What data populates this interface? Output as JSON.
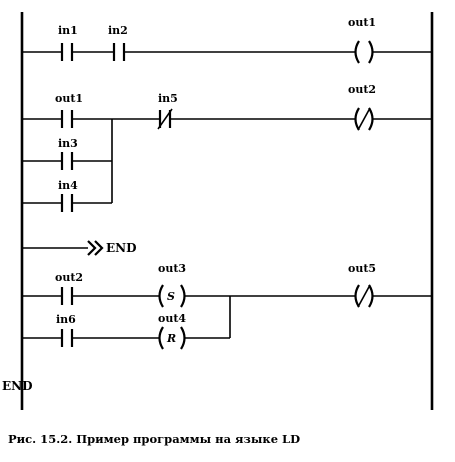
{
  "figure": {
    "rungs": [
      {
        "contacts": [
          "in1",
          "in2"
        ],
        "coil": "out1"
      },
      {
        "contacts": [
          "out1",
          "in5"
        ],
        "parallel": [
          "in3",
          "in4"
        ],
        "coil": "out2"
      },
      {
        "jump": "END"
      },
      {
        "contacts": [
          "out2",
          "in6"
        ],
        "coils": [
          "out3",
          "out4"
        ],
        "coil_letters": [
          "S",
          "R"
        ],
        "coil": "out5"
      }
    ],
    "end_label": "END",
    "caption": "Рис. 15.2. Пример программы на языке LD"
  }
}
